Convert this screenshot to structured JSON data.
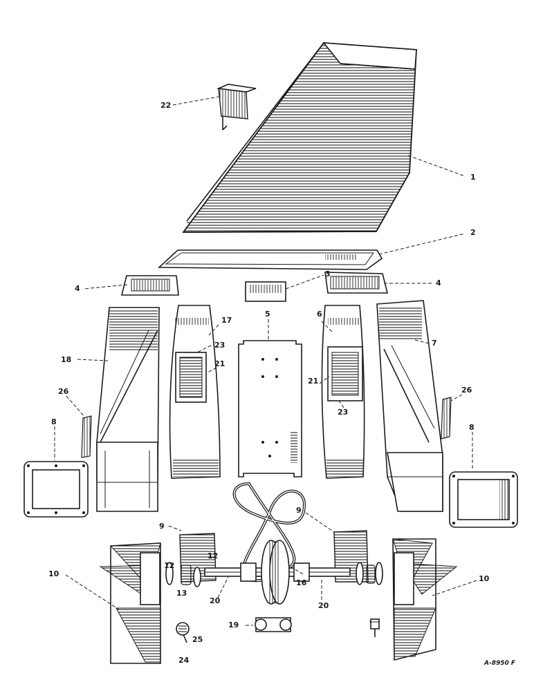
{
  "drawing_ref": "A-8950 F",
  "callouts": {
    "c1": "1",
    "c2": "2",
    "c3": "3",
    "c4a": "4",
    "c4b": "4",
    "c5": "5",
    "c6": "6",
    "c7": "7",
    "c8a": "8",
    "c8b": "8",
    "c9a": "9",
    "c9b": "9",
    "c10a": "10",
    "c10b": "10",
    "c12a": "12",
    "c12b": "12",
    "c13": "13",
    "c16": "16",
    "c17": "17",
    "c18": "18",
    "c19": "19",
    "c20a": "20",
    "c20b": "20",
    "c21a": "21",
    "c21b": "21",
    "c22": "22",
    "c23a": "23",
    "c23b": "23",
    "c24": "24",
    "c25": "25",
    "c26a": "26",
    "c26b": "26"
  },
  "colors": {
    "ink": "#1a1a1a",
    "paper": "#ffffff"
  }
}
